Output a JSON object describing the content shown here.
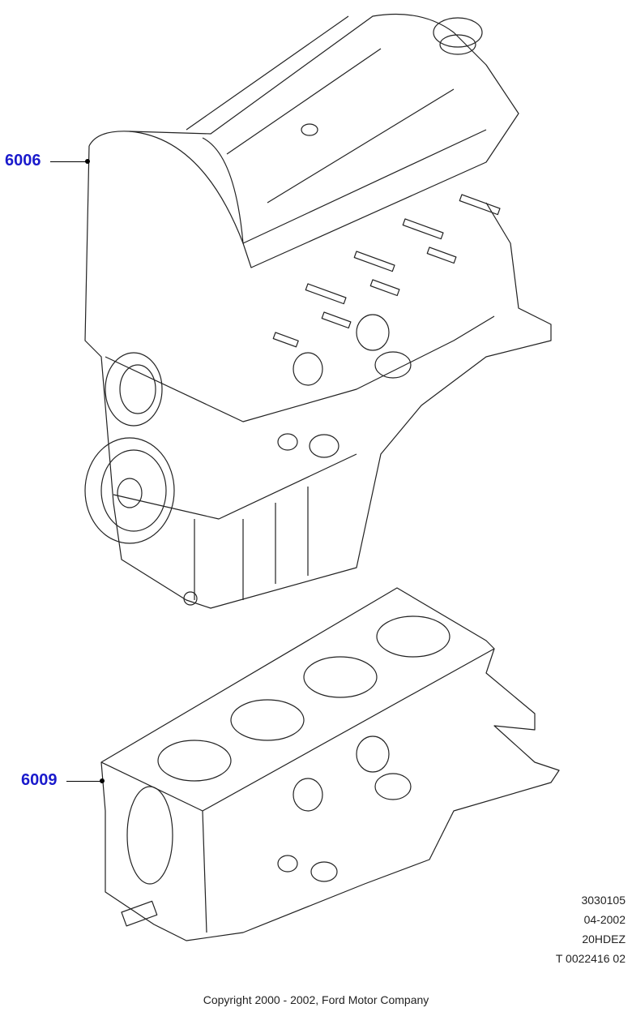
{
  "callouts": [
    {
      "label": "6006",
      "part": "engine-assembly"
    },
    {
      "label": "6009",
      "part": "cylinder-block"
    }
  ],
  "meta": {
    "line1": "3030105",
    "line2": "04-2002",
    "line3": "20HDEZ",
    "line4": "T 0022416 02"
  },
  "copyright": "Copyright 2000 - 2002, Ford Motor Company",
  "colors": {
    "callout": "#1a1acc"
  }
}
